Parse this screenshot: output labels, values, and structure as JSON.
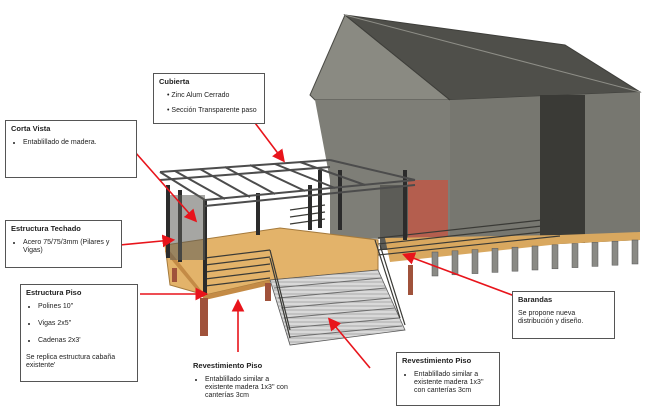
{
  "callouts": {
    "cubierta": {
      "title": "Cubierta",
      "items": [
        "Zinc Alum Cerrado",
        "Sección Transparente paso"
      ]
    },
    "corta_vista": {
      "title": "Corta Vista",
      "items": [
        "Entablillado de madera."
      ]
    },
    "estructura_techado": {
      "title": "Estructura Techado",
      "items": [
        "Acero 75/75/3mm (Pilares y Vigas)"
      ]
    },
    "estructura_piso": {
      "title": "Estructura Piso",
      "items": [
        "Polines 10''",
        "Vigas 2x5''",
        "Cadenas 2x3'"
      ],
      "note": "Se replica estructura cabaña existente'"
    },
    "barandas": {
      "title": "Barandas",
      "note": "Se propone nueva distribución y diseño."
    },
    "revestimiento_piso_1": {
      "title": "Revestimiento Piso",
      "items": [
        "Entablillado similar a existente madera 1x3'' con canterías 3cm"
      ]
    },
    "revestimiento_piso_2": {
      "title": "Revestimiento Piso",
      "items": [
        "Entablillado similar a existente madera 1x3'' con canterías 3cm"
      ]
    }
  },
  "colors": {
    "arrow": "#e8141b",
    "wall": "#7d7d75",
    "roof": "#5a5a55",
    "deck": "#e3b36a",
    "post": "#a0523b",
    "steel": "#2b2b2b"
  }
}
